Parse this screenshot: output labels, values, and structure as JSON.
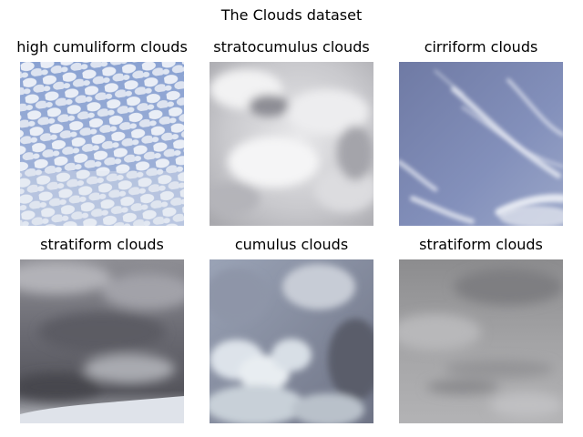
{
  "figure": {
    "title": "The Clouds dataset"
  },
  "panels": [
    {
      "label": "high cumuliform clouds"
    },
    {
      "label": "stratocumulus clouds"
    },
    {
      "label": "cirriform clouds"
    },
    {
      "label": "stratiform clouds"
    },
    {
      "label": "cumulus clouds"
    },
    {
      "label": "stratiform clouds"
    }
  ]
}
